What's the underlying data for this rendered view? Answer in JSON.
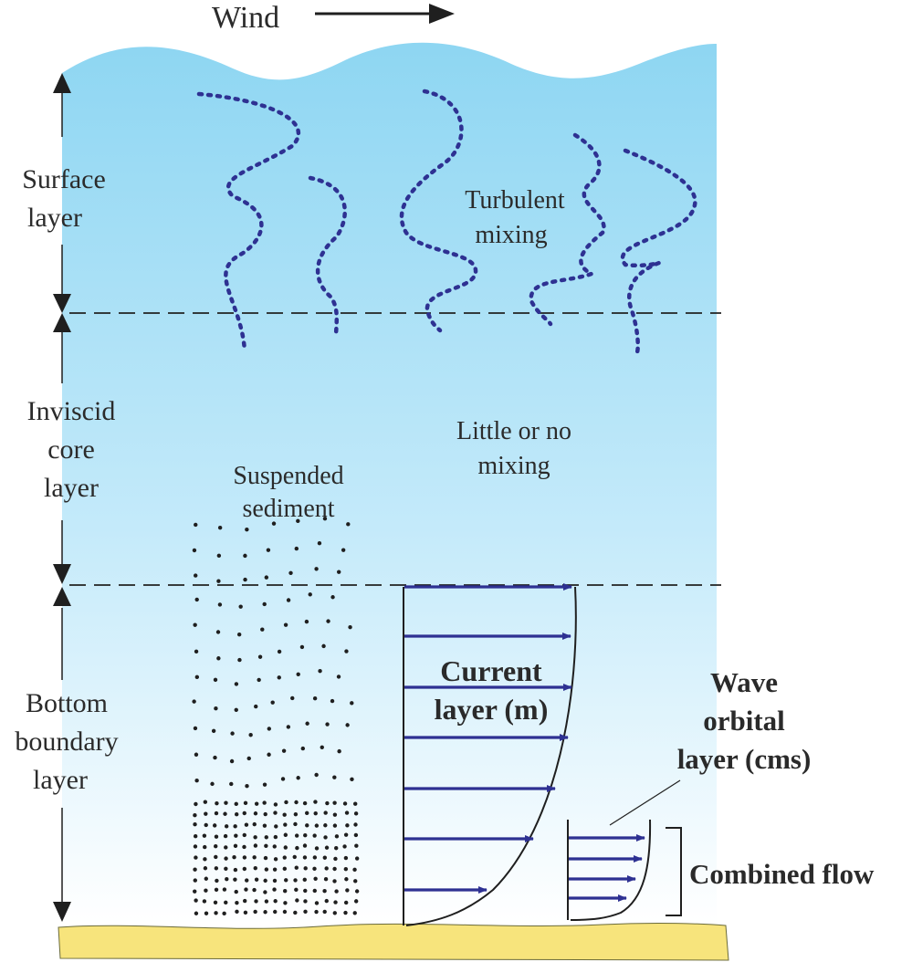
{
  "wind_label": "Wind",
  "layers": {
    "surface": [
      "Surface",
      "layer"
    ],
    "inviscid": [
      "Inviscid",
      "core",
      "layer"
    ],
    "bottom": [
      "Bottom",
      "boundary",
      "layer"
    ]
  },
  "annotations": {
    "turbulent": [
      "Turbulent",
      "mixing"
    ],
    "little": [
      "Little or no",
      "mixing"
    ],
    "sediment": [
      "Suspended",
      "sediment"
    ],
    "current": [
      "Current",
      "layer (m)"
    ],
    "wave": [
      "Wave",
      "orbital",
      "layer (cms)"
    ],
    "combined": "Combined flow"
  },
  "colors": {
    "water_top": "#8ed6f2",
    "water_bottom": "#ffffff",
    "seabed": "#f7e47c",
    "arrow": "#2e3192",
    "eddy": "#2e3192",
    "ink": "#1f1f1f"
  }
}
